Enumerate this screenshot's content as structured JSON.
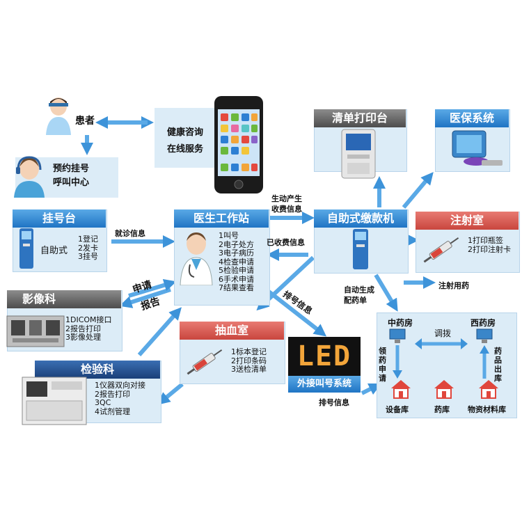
{
  "patient": {
    "label": "患者"
  },
  "call_center": {
    "line1": "预约挂号",
    "line2": "呼叫中心"
  },
  "mobile_service": {
    "line1": "健康咨询",
    "line2": "在线服务"
  },
  "checklist_printer": {
    "title": "清单打印台"
  },
  "medical_insurance": {
    "title": "医保系统"
  },
  "registration": {
    "title": "挂号台",
    "mode": "自助式",
    "items": [
      "1登记",
      "2发卡",
      "3挂号"
    ]
  },
  "doctor_station": {
    "title": "医生工作站",
    "items": [
      "1叫号",
      "2电子处方",
      "3电子病历",
      "4检查申请",
      "5检验申请",
      "6手术申请",
      "7结果查看"
    ]
  },
  "payment_kiosk": {
    "title": "自助式缴款机"
  },
  "injection_room": {
    "title": "注射室",
    "items": [
      "1打印瓶签",
      "2打印注射卡"
    ]
  },
  "imaging": {
    "title": "影像科",
    "items": [
      "1DICOM接口",
      "2报告打印",
      "3影像处理"
    ]
  },
  "blood_room": {
    "title": "抽血室",
    "items": [
      "1标本登记",
      "2打印条码",
      "3送检清单"
    ]
  },
  "led": {
    "text": "LED",
    "title": "外接叫号系统"
  },
  "laboratory": {
    "title": "检验科",
    "items": [
      "1仪器双向对接",
      "2报告打印",
      "3QC",
      "4试剂管理"
    ]
  },
  "pharmacy": {
    "chinese": "中药房",
    "western": "西药房",
    "transfer": "调拨",
    "receive": "领药申请",
    "out": "药品出库",
    "stores": [
      "设备库",
      "药库",
      "物资材料库"
    ]
  },
  "flow_labels": {
    "visit_info": "就诊信息",
    "generate_fee": "生动产生",
    "fee_info": "收费信息",
    "paid_info": "已收费信息",
    "apply": "申请",
    "report": "报告",
    "queue_info": "排号信息",
    "auto_gen": "自动生成",
    "dispense": "配药单",
    "injection_use": "注射用药",
    "queue_info2": "排号信息"
  }
}
